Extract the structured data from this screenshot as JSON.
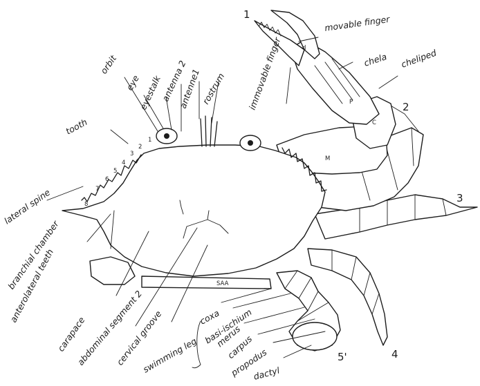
{
  "diagram": {
    "numbers": [
      "1",
      "2",
      "3",
      "4",
      "5'"
    ],
    "tooth_numbers": [
      "1",
      "2",
      "3",
      "4",
      "5",
      "6",
      "7",
      "8"
    ],
    "chela_letters": {
      "d": "d",
      "p": "P",
      "c": "C",
      "m": "M"
    },
    "labels": {
      "movable_finger": "movable finger",
      "chela": "chela",
      "cheliped": "cheliped",
      "immovable_finger": "immovable finger",
      "orbit": "orbit",
      "eye": "eye",
      "eyestalk": "eyestalk",
      "antenna2": "antenna 2",
      "antenne1": "antenne1",
      "rostrum": "rostrum",
      "tooth": "tooth",
      "lateral_spine": "lateral spine",
      "branchial_chamber": "branchial chamber",
      "anterolateral_teeth": "anterolateral teeth",
      "carapace": "carapace",
      "abdominal_segment": "abdominal segment 2",
      "cervical_groove": "cervical groove",
      "swimming_leg": "swimming leg",
      "coxa": "coxa",
      "basi_ischium": "basi-ischium",
      "merus": "merus",
      "carpus": "carpus",
      "propodus": "propodus",
      "dactyl": "dactyl"
    },
    "signature": "SAA"
  }
}
